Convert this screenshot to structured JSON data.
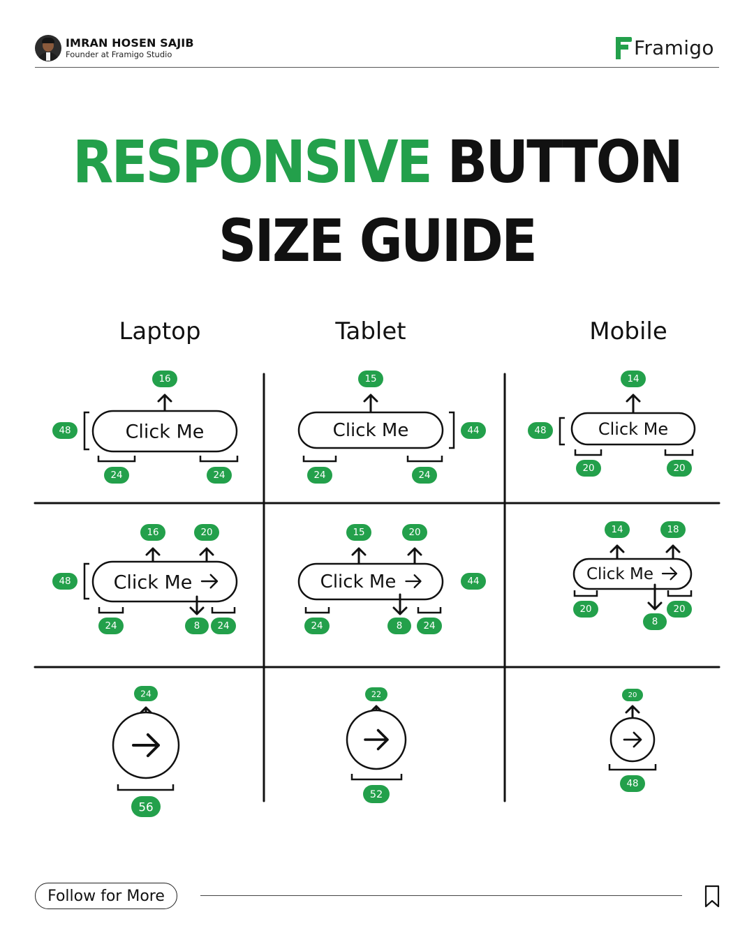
{
  "header": {
    "author_name": "IMRAN HOSEN SAJIB",
    "author_role": "Founder at Framigo Studio",
    "brand_name": "Framigo",
    "brand_color": "#23a04b"
  },
  "title": {
    "line1_accent": "RESPONSIVE",
    "line1_rest": " BUTTON",
    "line2": "SIZE GUIDE",
    "accent_color": "#23a04b"
  },
  "columns": [
    "Laptop",
    "Tablet",
    "Mobile"
  ],
  "button_label": "Click Me",
  "icons": {
    "arrow": "arrow-right-icon",
    "bookmark": "bookmark-icon",
    "dimension_arrow": "arrow-up-icon"
  },
  "specs": {
    "laptop": {
      "text_button": {
        "font_size": 16,
        "height": 48,
        "padding_left": 24,
        "padding_right": 24
      },
      "icon_button": {
        "font_size": 16,
        "icon_size": 20,
        "height": 48,
        "gap": 8,
        "padding_left": 24,
        "padding_right": 24
      },
      "circle_button": {
        "icon_size": 24,
        "diameter": 56
      }
    },
    "tablet": {
      "text_button": {
        "font_size": 15,
        "height": 44,
        "padding_left": 24,
        "padding_right": 24
      },
      "icon_button": {
        "font_size": 15,
        "icon_size": 20,
        "height": 44,
        "gap": 8,
        "padding_left": 24,
        "padding_right": 24
      },
      "circle_button": {
        "icon_size": 22,
        "diameter": 52
      }
    },
    "mobile": {
      "text_button": {
        "font_size": 14,
        "height": 48,
        "padding_left": 20,
        "padding_right": 20
      },
      "icon_button": {
        "font_size": 14,
        "icon_size": 18,
        "gap": 8,
        "padding_left": 20,
        "padding_right": 20
      },
      "circle_button": {
        "icon_size": 20,
        "diameter": 48
      }
    }
  },
  "footer": {
    "follow_label": "Follow for More"
  }
}
